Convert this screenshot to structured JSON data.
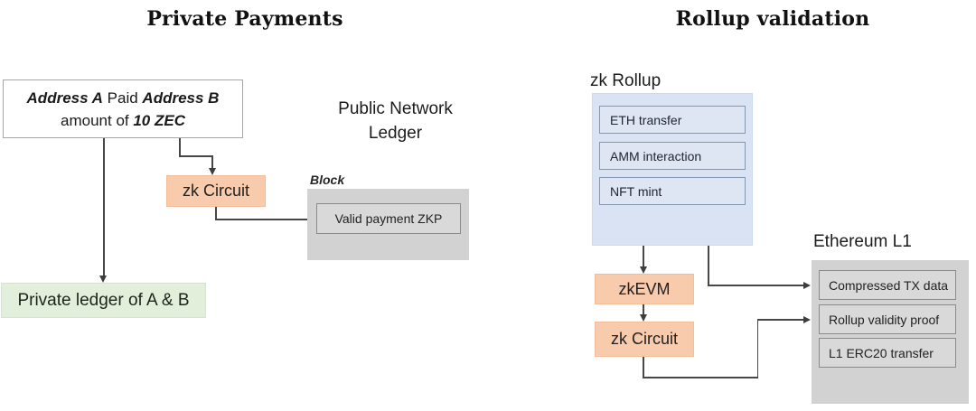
{
  "left": {
    "title": "Private Payments",
    "address_box": {
      "party_a": "Address A",
      "paid": " Paid ",
      "party_b": "Address B",
      "amount_prefix": "amount of ",
      "amount": "10 ZEC"
    },
    "zk_circuit_label": "zk Circuit",
    "public_ledger": {
      "line1": "Public Network",
      "line2": "Ledger"
    },
    "block_label": "Block",
    "valid_zkp_label": "Valid payment ZKP",
    "private_ledger_label": "Private ledger of A & B"
  },
  "right": {
    "title": "Rollup validation",
    "zk_rollup_label": "zk Rollup",
    "rollup_items": [
      "ETH transfer",
      "AMM interaction",
      "NFT mint"
    ],
    "zkevm_label": "zkEVM",
    "zk_circuit_label": "zk Circuit",
    "ethereum_label": "Ethereum L1",
    "l1_items": [
      "Compressed TX data",
      "Rollup validity proof",
      "L1 ERC20 transfer"
    ]
  },
  "colors": {
    "orange_fill": "#f8cbad",
    "blue_panel_fill": "#dae3f3",
    "blue_item_fill": "#dee6f4",
    "blue_item_border": "#8497b0",
    "gray_panel_fill": "#d2d2d2",
    "gray_item_fill": "#d9d9d9",
    "gray_item_border": "#8a8a8a",
    "green_fill": "#e2efda",
    "line_color": "#474747"
  }
}
